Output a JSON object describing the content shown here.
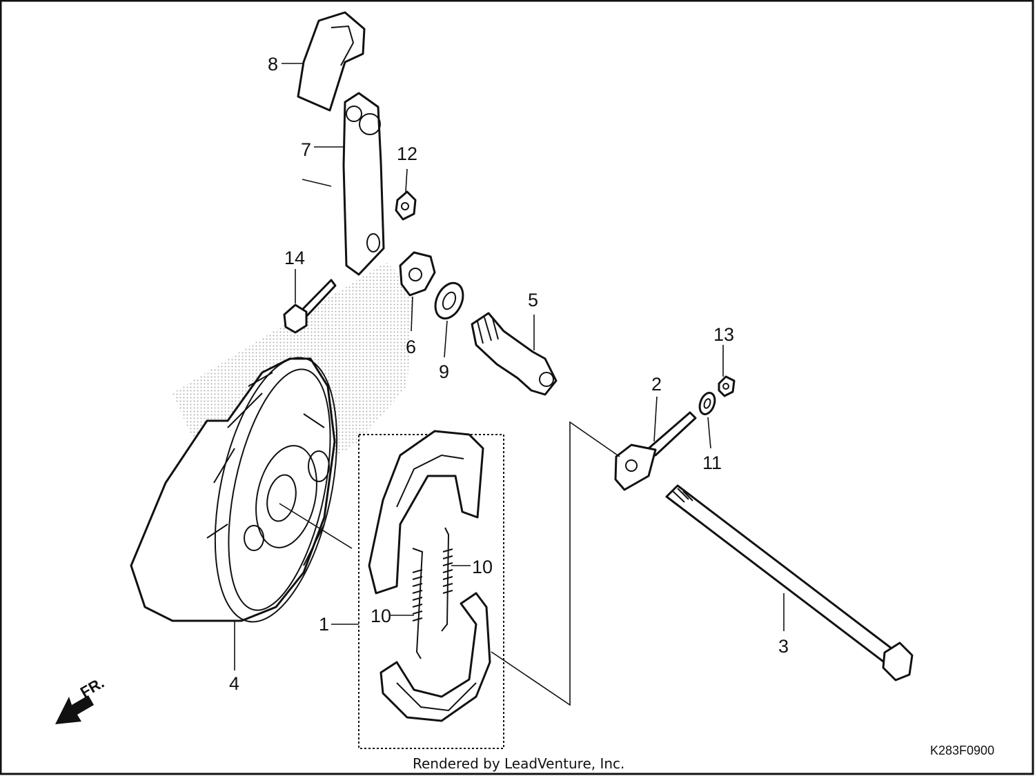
{
  "diagram": {
    "callouts": [
      {
        "id": "c8",
        "text": "8"
      },
      {
        "id": "c7",
        "text": "7"
      },
      {
        "id": "c12",
        "text": "12"
      },
      {
        "id": "c14",
        "text": "14"
      },
      {
        "id": "c5",
        "text": "5"
      },
      {
        "id": "c6",
        "text": "6"
      },
      {
        "id": "c9",
        "text": "9"
      },
      {
        "id": "c13",
        "text": "13"
      },
      {
        "id": "c2",
        "text": "2"
      },
      {
        "id": "c11",
        "text": "11"
      },
      {
        "id": "c10a",
        "text": "10"
      },
      {
        "id": "c10b",
        "text": "10"
      },
      {
        "id": "c1",
        "text": "1"
      },
      {
        "id": "c3",
        "text": "3"
      },
      {
        "id": "c4",
        "text": "4"
      }
    ],
    "direction_label": "FR.",
    "diagram_code": "K283F0900",
    "footer": "Rendered by LeadVenture, Inc."
  }
}
